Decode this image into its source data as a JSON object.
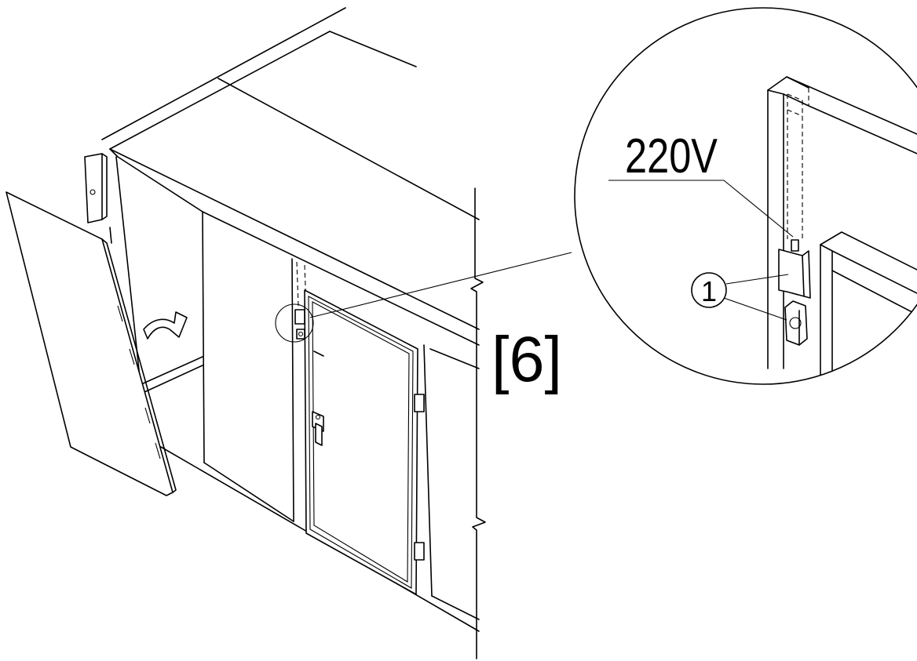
{
  "callout": {
    "voltage_label": "220V",
    "item_number": "1"
  },
  "step": {
    "label": "[6]"
  }
}
